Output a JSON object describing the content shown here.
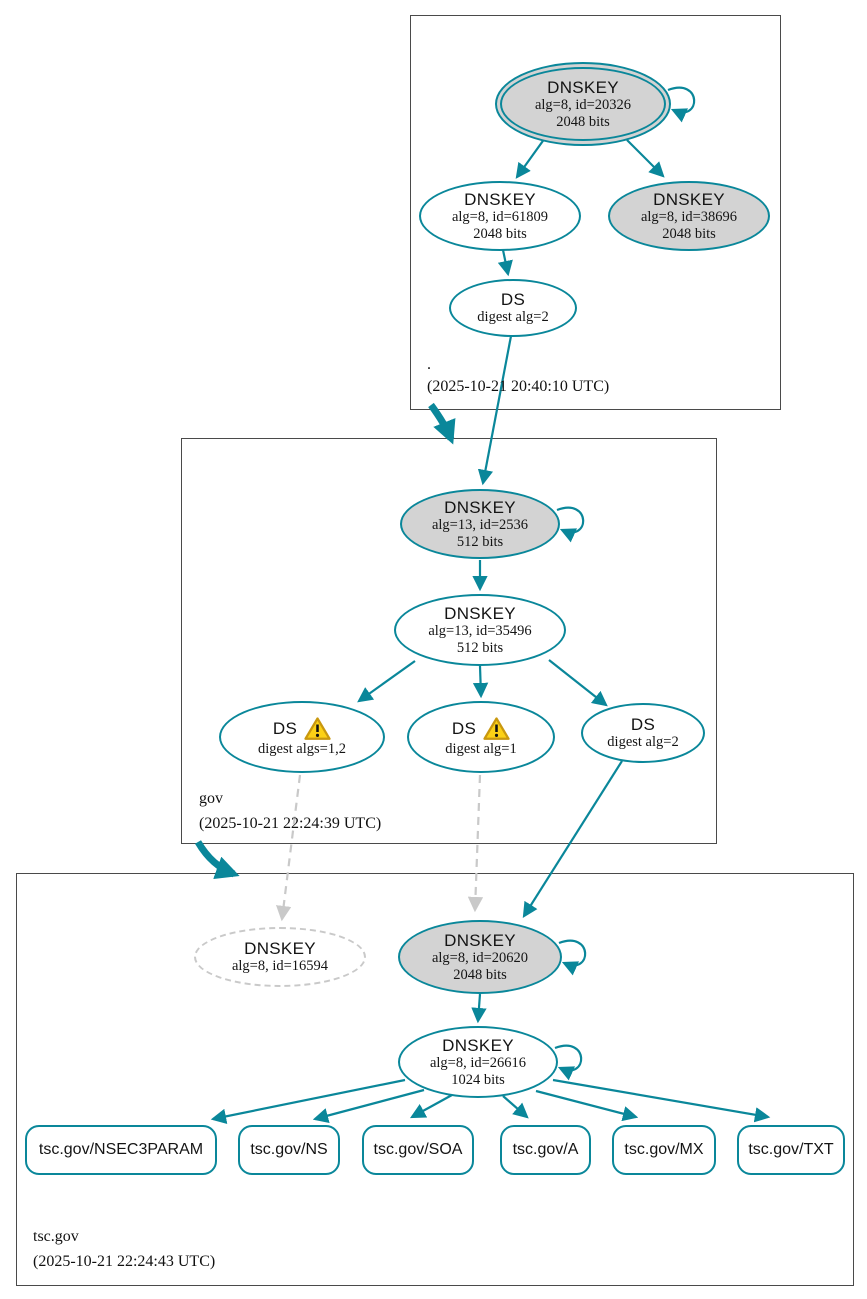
{
  "colors": {
    "edge_teal": "#0a879a",
    "node_fill_gray": "#d3d3d3",
    "dashed_gray": "#c9c9c9",
    "warning_fill": "#fcd116",
    "warning_border": "#c9980f",
    "zone_box_border": "#4a4a4a"
  },
  "zones": [
    {
      "name": ".",
      "timestamp": "(2025-10-21 20:40:10 UTC)",
      "nodes": {
        "ksk": {
          "title": "DNSKEY",
          "detail1": "alg=8, id=20326",
          "detail2": "2048 bits"
        },
        "zsk": {
          "title": "DNSKEY",
          "detail1": "alg=8, id=61809",
          "detail2": "2048 bits"
        },
        "standby": {
          "title": "DNSKEY",
          "detail1": "alg=8, id=38696",
          "detail2": "2048 bits"
        },
        "ds": {
          "title": "DS",
          "detail1": "digest alg=2"
        }
      }
    },
    {
      "name": "gov",
      "timestamp": "(2025-10-21 22:24:39 UTC)",
      "nodes": {
        "ksk": {
          "title": "DNSKEY",
          "detail1": "alg=13, id=2536",
          "detail2": "512 bits"
        },
        "zsk": {
          "title": "DNSKEY",
          "detail1": "alg=13, id=35496",
          "detail2": "512 bits"
        },
        "ds12": {
          "title": "DS",
          "detail1": "digest algs=1,2"
        },
        "ds1": {
          "title": "DS",
          "detail1": "digest alg=1"
        },
        "ds2": {
          "title": "DS",
          "detail1": "digest alg=2"
        }
      }
    },
    {
      "name": "tsc.gov",
      "timestamp": "(2025-10-21 22:24:43 UTC)",
      "nodes": {
        "missing": {
          "title": "DNSKEY",
          "detail1": "alg=8, id=16594"
        },
        "ksk": {
          "title": "DNSKEY",
          "detail1": "alg=8, id=20620",
          "detail2": "2048 bits"
        },
        "zsk": {
          "title": "DNSKEY",
          "detail1": "alg=8, id=26616",
          "detail2": "1024 bits"
        }
      },
      "rrsets": [
        {
          "label": "tsc.gov/NSEC3PARAM"
        },
        {
          "label": "tsc.gov/NS"
        },
        {
          "label": "tsc.gov/SOA"
        },
        {
          "label": "tsc.gov/A"
        },
        {
          "label": "tsc.gov/MX"
        },
        {
          "label": "tsc.gov/TXT"
        }
      ]
    }
  ]
}
